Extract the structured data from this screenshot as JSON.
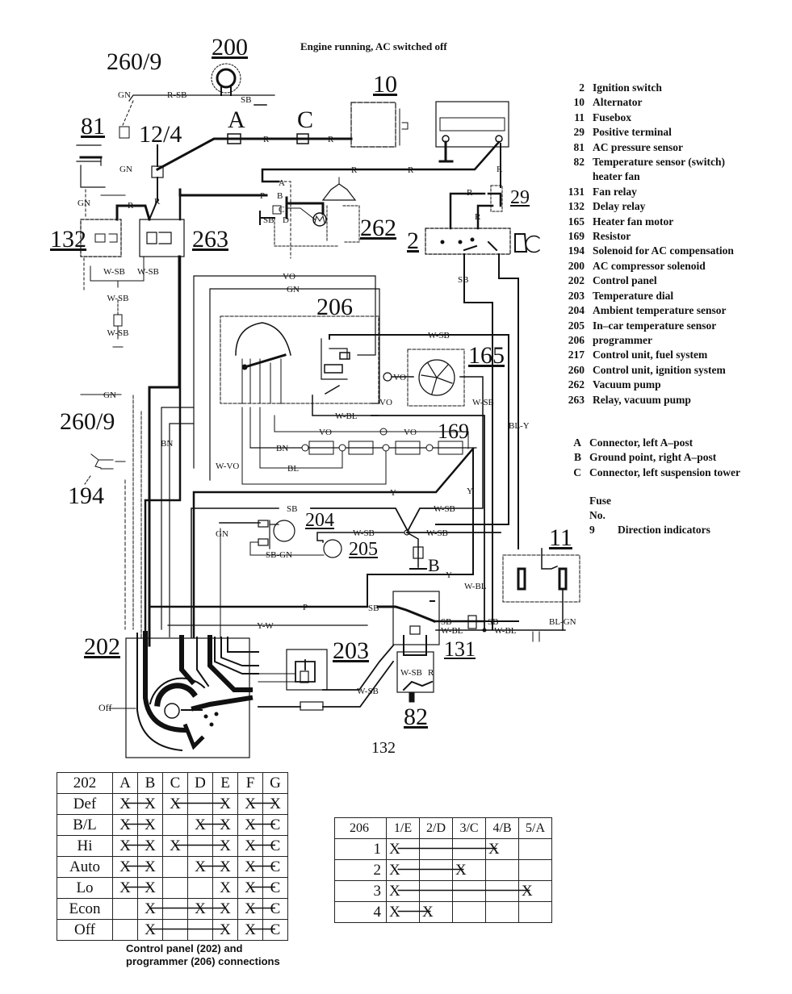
{
  "title": "Engine running, AC switched off",
  "components": {
    "c200": "200",
    "c260_9_top": "260/9",
    "c10": "10",
    "c81": "81",
    "c12_4": "12/4",
    "cA": "A",
    "cC": "C",
    "c132": "132",
    "c263": "263",
    "c262": "262",
    "c2": "2",
    "c29": "29",
    "c206": "206",
    "c165": "165",
    "c169": "169",
    "c260_9_mid": "260/9",
    "c194": "194",
    "c204": "204",
    "c205": "205",
    "cB": "B",
    "c11": "11",
    "c202": "202",
    "c203": "203",
    "c131": "131",
    "c82": "82",
    "c132_bottom": "132",
    "off_label": "Off"
  },
  "wire_labels": {
    "gn": "GN",
    "r_sb": "R-SB",
    "sb": "SB",
    "r": "R",
    "w_sb": "W-SB",
    "p": "P",
    "vo": "VO",
    "w_bl": "W-BL",
    "bn": "BN",
    "bl": "BL",
    "w_vo": "W-VO",
    "y": "Y",
    "sb_gn": "SB-GN",
    "y_w": "Y-W",
    "bl_gn": "BL-GN",
    "bl_y": "BL-Y",
    "pin_a": "A",
    "pin_b": "B",
    "pin_c": "C",
    "pin_d": "D"
  },
  "legend": [
    {
      "num": "2",
      "text": "Ignition switch"
    },
    {
      "num": "10",
      "text": "Alternator"
    },
    {
      "num": "11",
      "text": "Fusebox"
    },
    {
      "num": "29",
      "text": "Positive terminal"
    },
    {
      "num": "81",
      "text": "AC pressure sensor"
    },
    {
      "num": "82",
      "text": "Temperature sensor (switch)"
    },
    {
      "num": "",
      "text": "heater fan"
    },
    {
      "num": "131",
      "text": "Fan relay"
    },
    {
      "num": "132",
      "text": "Delay relay"
    },
    {
      "num": "165",
      "text": "Heater fan motor"
    },
    {
      "num": "169",
      "text": "Resistor"
    },
    {
      "num": "194",
      "text": "Solenoid for AC compensation"
    },
    {
      "num": "200",
      "text": "AC compressor solenoid"
    },
    {
      "num": "202",
      "text": "Control panel"
    },
    {
      "num": "203",
      "text": "Temperature dial"
    },
    {
      "num": "204",
      "text": "Ambient temperature sensor"
    },
    {
      "num": "205",
      "text": "In–car temperature sensor"
    },
    {
      "num": "206",
      "text": "programmer"
    },
    {
      "num": "217",
      "text": "Control unit, fuel system"
    },
    {
      "num": "260",
      "text": "Control unit, ignition system"
    },
    {
      "num": "262",
      "text": "Vacuum pump"
    },
    {
      "num": "263",
      "text": "Relay, vacuum pump"
    }
  ],
  "connectors": [
    {
      "id": "A",
      "text": "Connector, left A–post"
    },
    {
      "id": "B",
      "text": "Ground point, right A–post"
    },
    {
      "id": "C",
      "text": "Connector, left suspension tower"
    }
  ],
  "fuse": {
    "header1": "Fuse",
    "header2": "No.",
    "items": [
      {
        "num": "9",
        "text": "Direction indicators"
      }
    ]
  },
  "table202": {
    "corner": "202",
    "columns": [
      "A",
      "B",
      "C",
      "D",
      "E",
      "F",
      "G"
    ],
    "rows": [
      {
        "label": "Def",
        "cells": [
          "X",
          "X",
          "X",
          "",
          "X",
          "X",
          "X"
        ],
        "links": [
          [
            0,
            1
          ],
          [
            2,
            4
          ],
          [
            5,
            6
          ]
        ]
      },
      {
        "label": "B/L",
        "cells": [
          "X",
          "X",
          "",
          "X",
          "X",
          "X",
          "C"
        ],
        "links": [
          [
            0,
            1
          ],
          [
            3,
            4
          ],
          [
            5,
            6
          ]
        ]
      },
      {
        "label": "Hi",
        "cells": [
          "X",
          "X",
          "X",
          "",
          "X",
          "X",
          "C"
        ],
        "links": [
          [
            0,
            1
          ],
          [
            2,
            4
          ],
          [
            5,
            6
          ]
        ]
      },
      {
        "label": "Auto",
        "cells": [
          "X",
          "X",
          "",
          "X",
          "X",
          "X",
          "C"
        ],
        "links": [
          [
            0,
            1
          ],
          [
            3,
            4
          ],
          [
            5,
            6
          ]
        ]
      },
      {
        "label": "Lo",
        "cells": [
          "X",
          "X",
          "",
          "",
          "X",
          "X",
          "C"
        ],
        "links": [
          [
            0,
            1
          ],
          [
            5,
            6
          ]
        ]
      },
      {
        "label": "Econ",
        "cells": [
          "",
          "X",
          "",
          "X",
          "X",
          "X",
          "C"
        ],
        "links": [
          [
            1,
            4
          ],
          [
            5,
            6
          ]
        ]
      },
      {
        "label": "Off",
        "cells": [
          "",
          "X",
          "",
          "",
          "X",
          "X",
          "C"
        ],
        "links": [
          [
            1,
            4
          ],
          [
            5,
            6
          ]
        ]
      }
    ]
  },
  "table206": {
    "corner": "206",
    "columns": [
      "1/E",
      "2/D",
      "3/C",
      "4/B",
      "5/A"
    ],
    "rows": [
      {
        "label": "1",
        "cells": [
          "X",
          "",
          "",
          "X",
          ""
        ],
        "links": [
          [
            0,
            3
          ]
        ]
      },
      {
        "label": "2",
        "cells": [
          "X",
          "",
          "X",
          "",
          ""
        ],
        "links": [
          [
            0,
            2
          ]
        ]
      },
      {
        "label": "3",
        "cells": [
          "X",
          "",
          "",
          "",
          "X"
        ],
        "links": [
          [
            0,
            4
          ]
        ]
      },
      {
        "label": "4",
        "cells": [
          "X",
          "X",
          "",
          "",
          ""
        ],
        "links": [
          [
            0,
            1
          ]
        ]
      }
    ]
  },
  "caption": [
    "Control panel (202) and",
    "programmer (206) connections"
  ]
}
